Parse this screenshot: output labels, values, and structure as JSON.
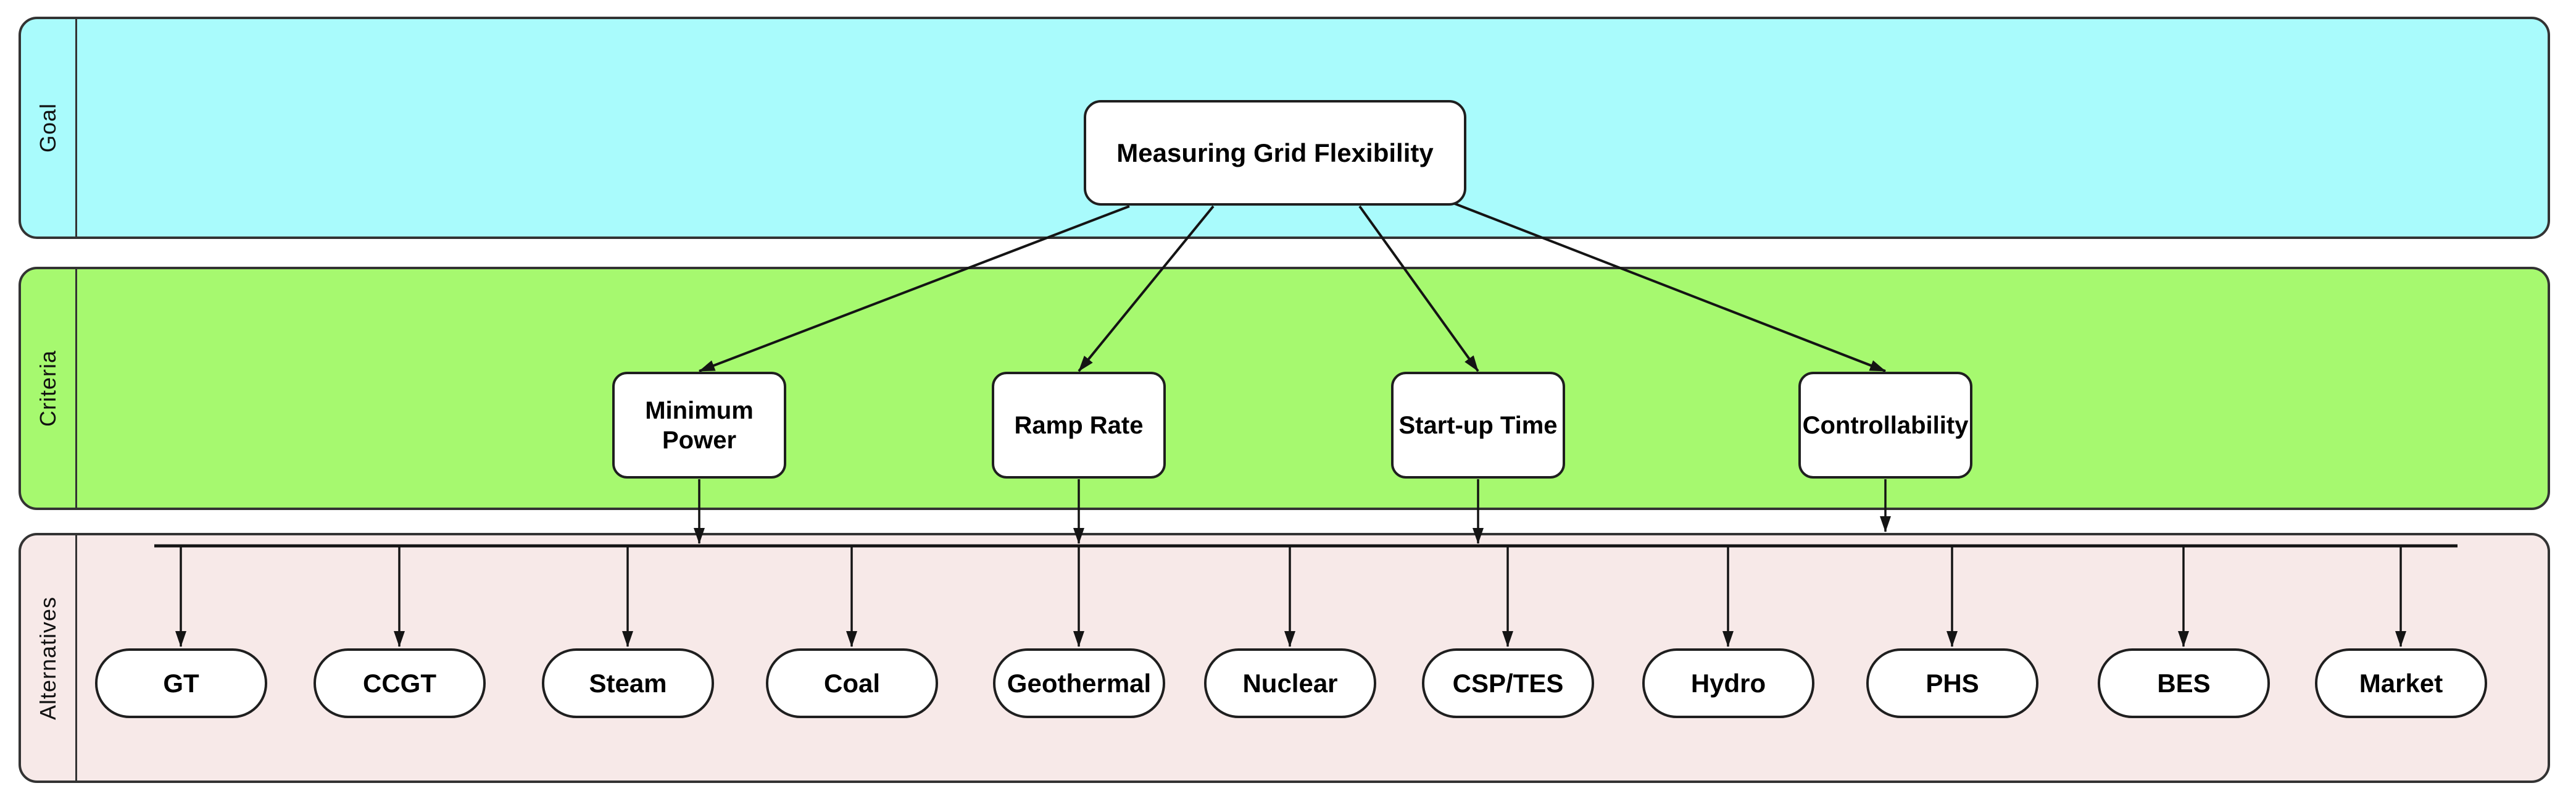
{
  "bands": {
    "goal": {
      "label": "Goal",
      "fill": "#A9FBFC"
    },
    "criteria": {
      "label": "Criteria",
      "fill": "#A6F96F"
    },
    "alternatives": {
      "label": "Alternatives",
      "fill": "#F7E9E8"
    }
  },
  "goal": {
    "label": "Measuring Grid Flexibility"
  },
  "criteria": {
    "items": [
      {
        "label": "Minimum Power"
      },
      {
        "label": "Ramp Rate"
      },
      {
        "label": "Start-up Time"
      },
      {
        "label": "Controllability"
      }
    ]
  },
  "alternatives": {
    "items": [
      {
        "label": "GT"
      },
      {
        "label": "CCGT"
      },
      {
        "label": "Steam"
      },
      {
        "label": "Coal"
      },
      {
        "label": "Geothermal"
      },
      {
        "label": "Nuclear"
      },
      {
        "label": "CSP/TES"
      },
      {
        "label": "Hydro"
      },
      {
        "label": "PHS"
      },
      {
        "label": "BES"
      },
      {
        "label": "Market"
      }
    ]
  },
  "edges": {
    "goal_to_each_criterion": true,
    "each_criterion_to_alternatives_bus": true,
    "bus_to_each_alternative": true
  },
  "colors": {
    "band_border": "#333333",
    "node_border": "#1f1f1f",
    "node_fill": "#ffffff",
    "edge": "#141414",
    "text": "#000000"
  }
}
